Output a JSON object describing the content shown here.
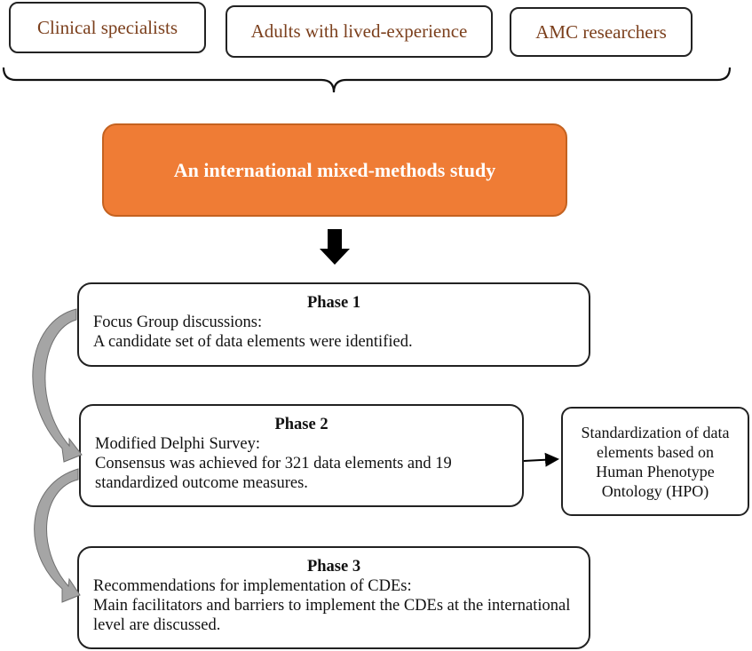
{
  "stakeholders": [
    {
      "label": "Clinical specialists"
    },
    {
      "label": "Adults with lived-experience"
    },
    {
      "label": "AMC researchers"
    }
  ],
  "study": {
    "label": "An international mixed-methods study"
  },
  "phases": [
    {
      "title": "Phase 1",
      "subtitle": "Focus Group discussions:",
      "text": "A candidate set of data elements were identified."
    },
    {
      "title": "Phase 2",
      "subtitle": "Modified Delphi Survey:",
      "text": "Consensus was achieved for 321 data elements and 19 standardized outcome measures."
    },
    {
      "title": "Phase 3",
      "subtitle": "Recommendations for implementation of CDEs:",
      "text": "Main facilitators and barriers to implement the CDEs at the international level are discussed."
    }
  ],
  "standardization": {
    "label": "Standardization of data elements based on Human Phenotype Ontology (HPO)"
  },
  "colors": {
    "study_fill": "#ef7c35",
    "stakeholder_text": "#7b3f1c",
    "curved_arrow": "#9a9a9a"
  }
}
